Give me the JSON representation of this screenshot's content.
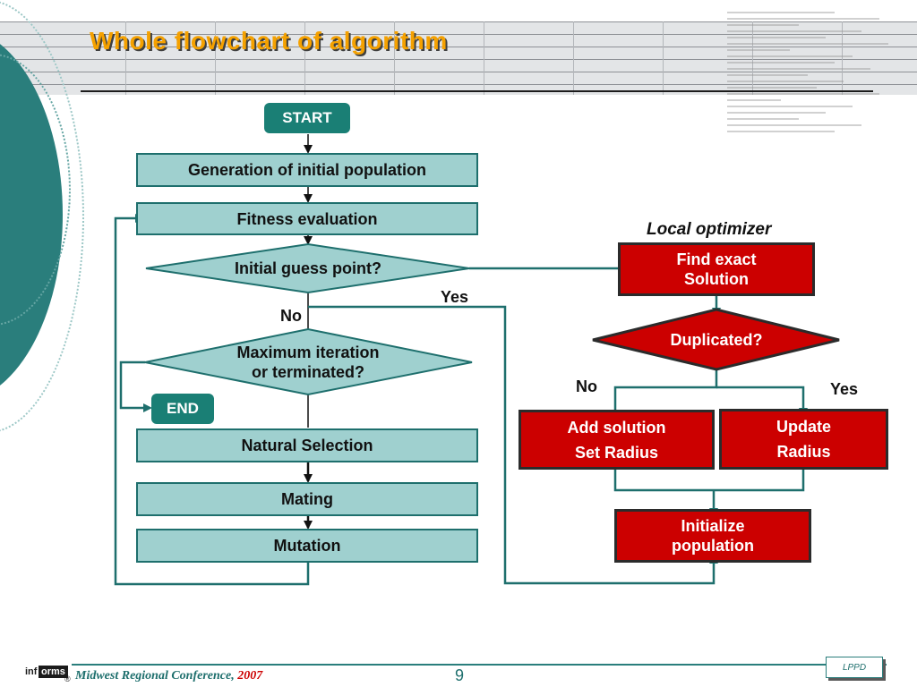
{
  "slide": {
    "title": "Whole flowchart of algorithm",
    "page_number": "9"
  },
  "flow": {
    "start": "START",
    "end": "END",
    "generation": "Generation of initial population",
    "fitness": "Fitness evaluation",
    "guess_question": "Initial guess point?",
    "max_iter_line1": "Maximum iteration",
    "max_iter_line2": "or terminated?",
    "selection": "Natural Selection",
    "mating": "Mating",
    "mutation": "Mutation",
    "yes_label": "Yes",
    "no_label": "No"
  },
  "local": {
    "heading": "Local optimizer",
    "find_line1": "Find exact",
    "find_line2": "Solution",
    "duplicated": "Duplicated?",
    "no_label": "No",
    "yes_label": "Yes",
    "add_line1": "Add solution",
    "add_line2": "Set Radius",
    "update_line1": "Update",
    "update_line2": "Radius",
    "init_line1": "Initialize",
    "init_line2": "population"
  },
  "footer": {
    "logo_part1": "inf",
    "logo_part2": "orms",
    "registered": "®",
    "conference": "Midwest Regional Conference,",
    "year": "2007",
    "lppd": "LPPD"
  },
  "colors": {
    "title": "#f5a100",
    "teal_fill": "#9fd0cf",
    "teal_line": "#1e6f6d",
    "red_fill": "#cc0000",
    "pill": "#1a7f75"
  }
}
